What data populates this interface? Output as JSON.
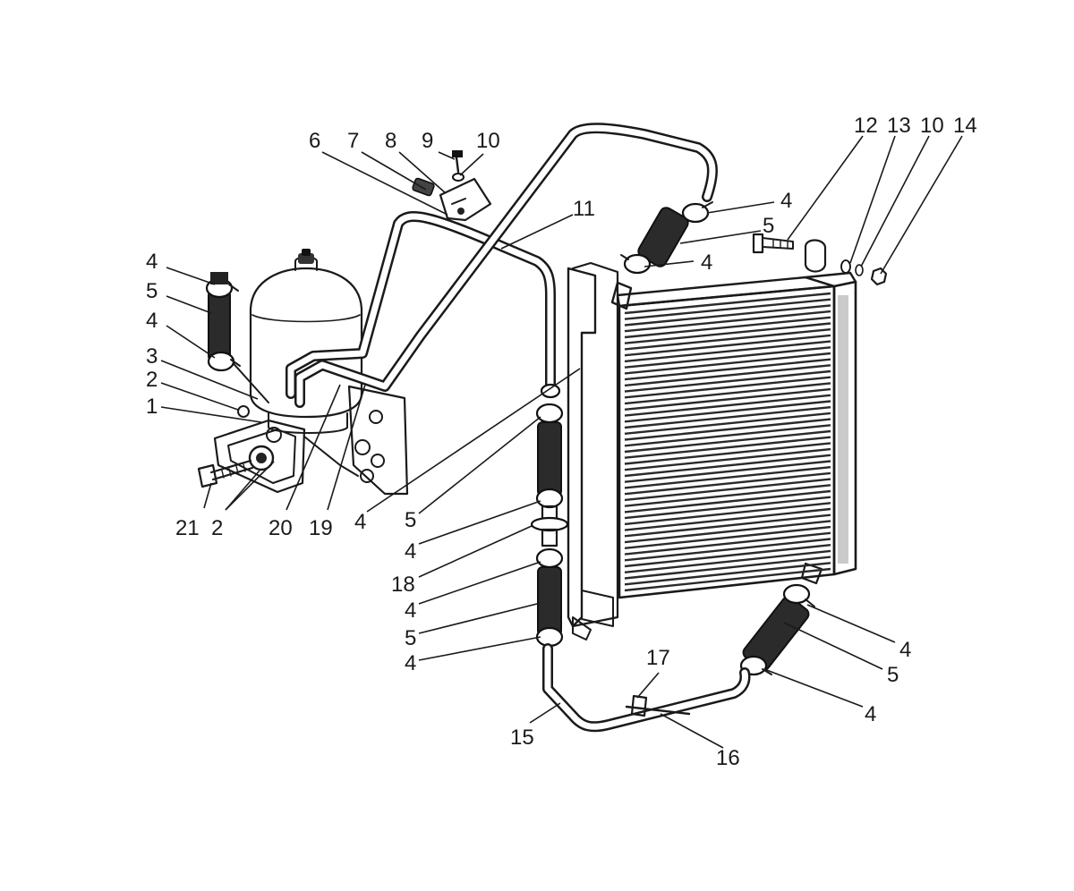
{
  "callouts": [
    {
      "label": "1"
    },
    {
      "label": "2"
    },
    {
      "label": "3"
    },
    {
      "label": "4"
    },
    {
      "label": "5"
    },
    {
      "label": "4"
    },
    {
      "label": "21"
    },
    {
      "label": "2"
    },
    {
      "label": "20"
    },
    {
      "label": "19"
    },
    {
      "label": "6"
    },
    {
      "label": "7"
    },
    {
      "label": "8"
    },
    {
      "label": "9"
    },
    {
      "label": "10"
    },
    {
      "label": "11"
    },
    {
      "label": "4"
    },
    {
      "label": "5"
    },
    {
      "label": "4"
    },
    {
      "label": "12"
    },
    {
      "label": "13"
    },
    {
      "label": "10"
    },
    {
      "label": "14"
    },
    {
      "label": "4"
    },
    {
      "label": "5"
    },
    {
      "label": "4"
    },
    {
      "label": "18"
    },
    {
      "label": "4"
    },
    {
      "label": "5"
    },
    {
      "label": "4"
    },
    {
      "label": "15"
    },
    {
      "label": "17"
    },
    {
      "label": "16"
    },
    {
      "label": "4"
    },
    {
      "label": "5"
    },
    {
      "label": "4"
    }
  ]
}
